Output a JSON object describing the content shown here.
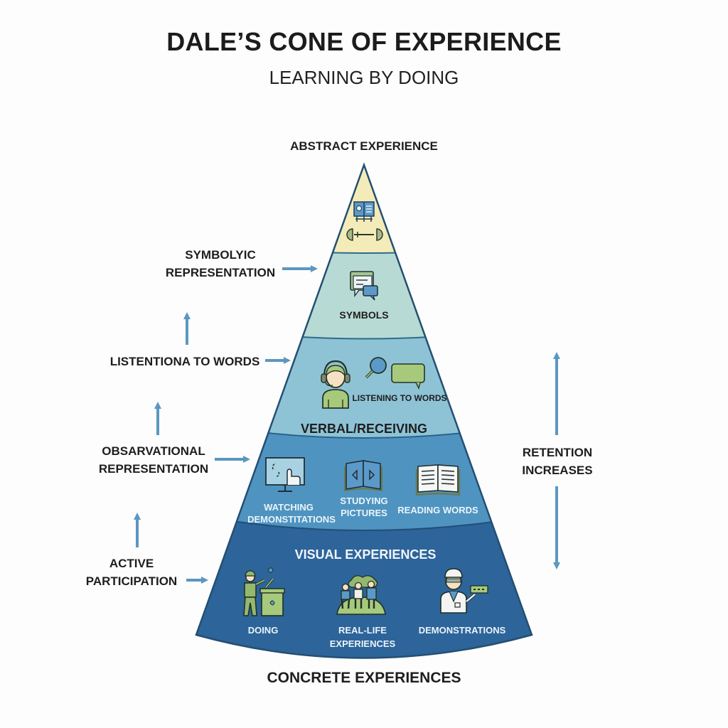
{
  "title": "DALE’S CONE OF EXPERIENCE",
  "subtitle": "LEARNING BY DOING",
  "apex_label": "ABSTRACT EXPERIENCE",
  "base_label": "CONCRETE EXPERIENCES",
  "colors": {
    "band_abstract": "#f4ecb8",
    "band_symbols": "#b7dbd4",
    "band_verbal": "#8ec3d6",
    "band_observational": "#4f94c0",
    "band_visual": "#2d6499",
    "outline": "#244f72",
    "arrow": "#5b97c0",
    "icon_green": "#93b86e",
    "icon_blue": "#5b9ac8"
  },
  "cone": {
    "bands": [
      {
        "id": "abstract",
        "icons": [
          "book-stand-icon",
          "connector-icon"
        ],
        "items": []
      },
      {
        "id": "symbols",
        "icons": [
          "chat-window-icon"
        ],
        "items": [
          {
            "label": "SYMBOLS"
          }
        ]
      },
      {
        "id": "verbal",
        "heading": "VERBAL/RECEIVING",
        "icons": [
          "headset-person-icon",
          "magnifier-icon",
          "speech-bubble-icon"
        ],
        "items": [
          {
            "label": "LISTENING TO WORDS"
          }
        ]
      },
      {
        "id": "observational",
        "items": [
          {
            "label_line1": "WATCHING",
            "label_line2": "DEMONSTITATIONS",
            "icon": "monitor-touch-icon"
          },
          {
            "label_line1": "STUDYING",
            "label_line2": "PICTURES",
            "icon": "picture-book-icon"
          },
          {
            "label_line1": "READING WORDS",
            "icon": "open-book-icon"
          }
        ]
      },
      {
        "id": "visual",
        "heading": "VISUAL EXPERIENCES",
        "items": [
          {
            "label_line1": "DOING",
            "icon": "worker-recycling-icon"
          },
          {
            "label_line1": "REAL-LIFE",
            "label_line2": "EXPERIENCES",
            "icon": "group-outdoors-icon"
          },
          {
            "label_line1": "DEMONSTRATIONS",
            "icon": "scientist-icon"
          }
        ]
      }
    ]
  },
  "left_labels": [
    {
      "line1": "SYMBOLYIC",
      "line2": "REPRESENTATION"
    },
    {
      "line1": "LISTENTIONA TO WORDS"
    },
    {
      "line1": "OBSARVATIONAL",
      "line2": "REPRESENTATION"
    },
    {
      "line1": "ACTIVE",
      "line2": "PARTICIPATION"
    }
  ],
  "right_label": {
    "line1": "RETENTION",
    "line2": "INCREASES"
  }
}
